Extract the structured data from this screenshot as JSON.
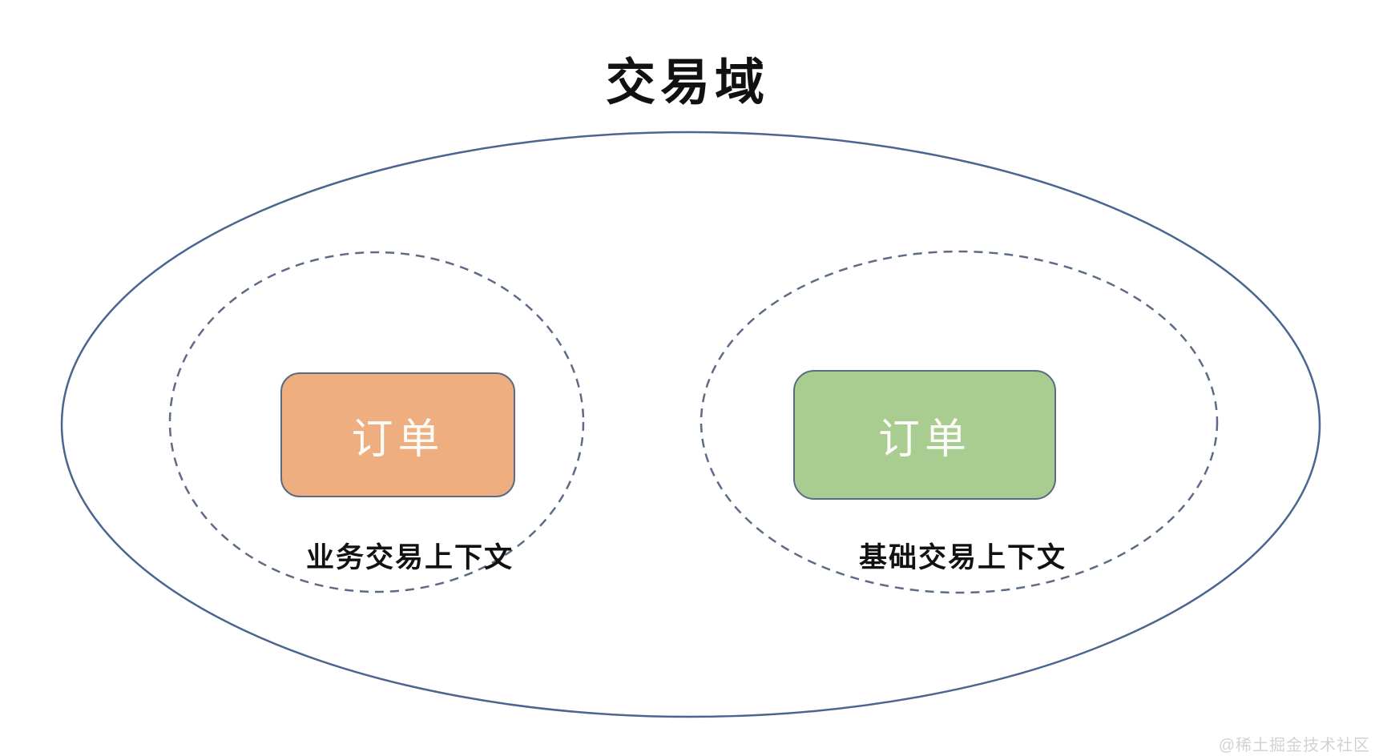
{
  "diagram": {
    "title": "交易域",
    "contexts": [
      {
        "name": "业务交易上下文",
        "entity": "订单",
        "fill": "#EFAE80",
        "border": "#5B6B82"
      },
      {
        "name": "基础交易上下文",
        "entity": "订单",
        "fill": "#A9CD90",
        "border": "#5B6B82"
      }
    ],
    "colors": {
      "outer_ellipse_stroke": "#4A6590",
      "context_ellipse_stroke": "#5D6B85",
      "title_color": "#111111",
      "label_color": "#111111",
      "entity_text_color": "#FCFBF7"
    },
    "watermark": "@稀土掘金技术社区"
  }
}
